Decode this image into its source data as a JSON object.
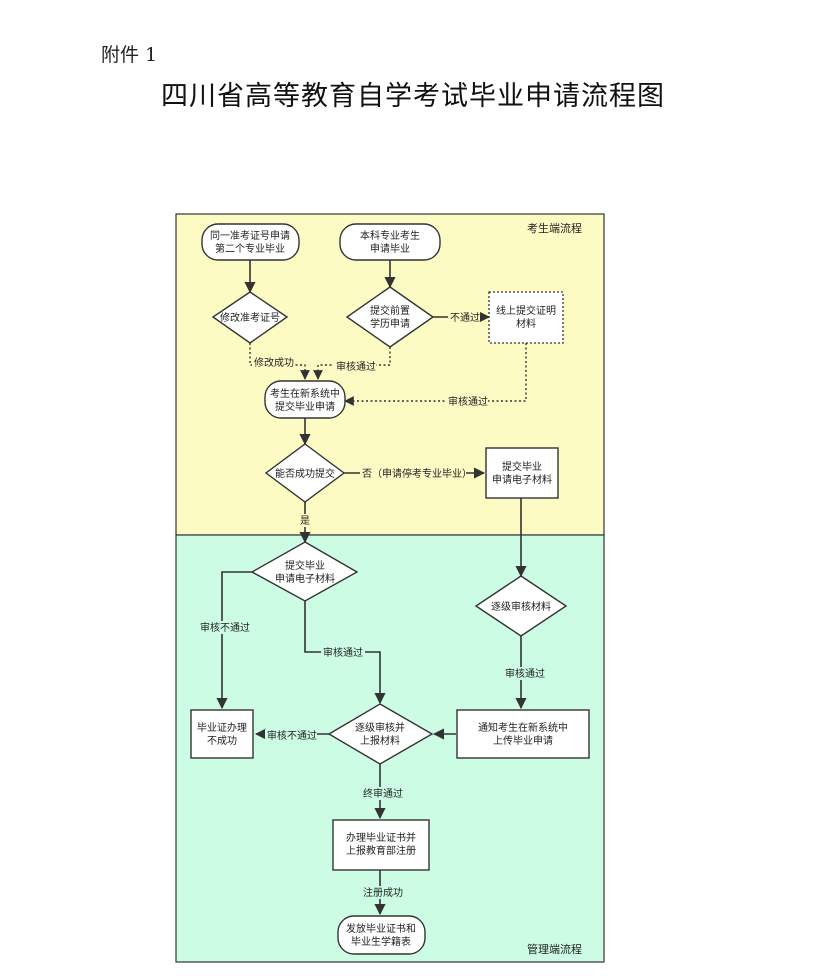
{
  "header": {
    "annex": "附件 1",
    "title": "四川省高等教育自学考试毕业申请流程图"
  },
  "lanes": {
    "student": "考生端流程",
    "admin": "管理端流程"
  },
  "nodes": {
    "same_ticket_start": [
      "同一准考证号申请",
      "第二个专业毕业"
    ],
    "undergrad_start": [
      "本科专业考生",
      "申请毕业"
    ],
    "modify_ticket": [
      "修改准考证号"
    ],
    "prior_edu": [
      "提交前置",
      "学历申请"
    ],
    "online_proof": [
      "线上提交证明",
      "材料"
    ],
    "submit_new_system": [
      "考生在新系统中",
      "提交毕业申请"
    ],
    "can_submit": [
      "能否成功提交"
    ],
    "submit_materials_right": [
      "提交毕业",
      "申请电子材料"
    ],
    "submit_materials_admin": [
      "提交毕业",
      "申请电子材料"
    ],
    "level_review": [
      "逐级审核材料"
    ],
    "failed": [
      "毕业证办理",
      "不成功"
    ],
    "level_review_report": [
      "逐级审核并",
      "上报材料"
    ],
    "notify_upload": [
      "通知考生在新系统中",
      "上传毕业申请"
    ],
    "process_cert": [
      "办理毕业证书并",
      "上报教育部注册"
    ],
    "issue_cert": [
      "发放毕业证书和",
      "毕业生学籍表"
    ]
  },
  "edge_labels": {
    "modify_success": "修改成功",
    "review_pass_1": "审核通过",
    "not_pass": "不通过",
    "review_pass_2": "审核通过",
    "no_apply": "否（申请停考专业毕业）",
    "yes": "是",
    "review_fail_1": "审核不通过",
    "review_pass_3": "审核通过",
    "review_pass_4": "审核通过",
    "review_fail_2": "审核不通过",
    "final_pass": "终审通过",
    "register_success": "注册成功"
  },
  "colors": {
    "student_lane": "#fdfbc4",
    "admin_lane": "#ccfde4",
    "stroke": "#333333"
  }
}
